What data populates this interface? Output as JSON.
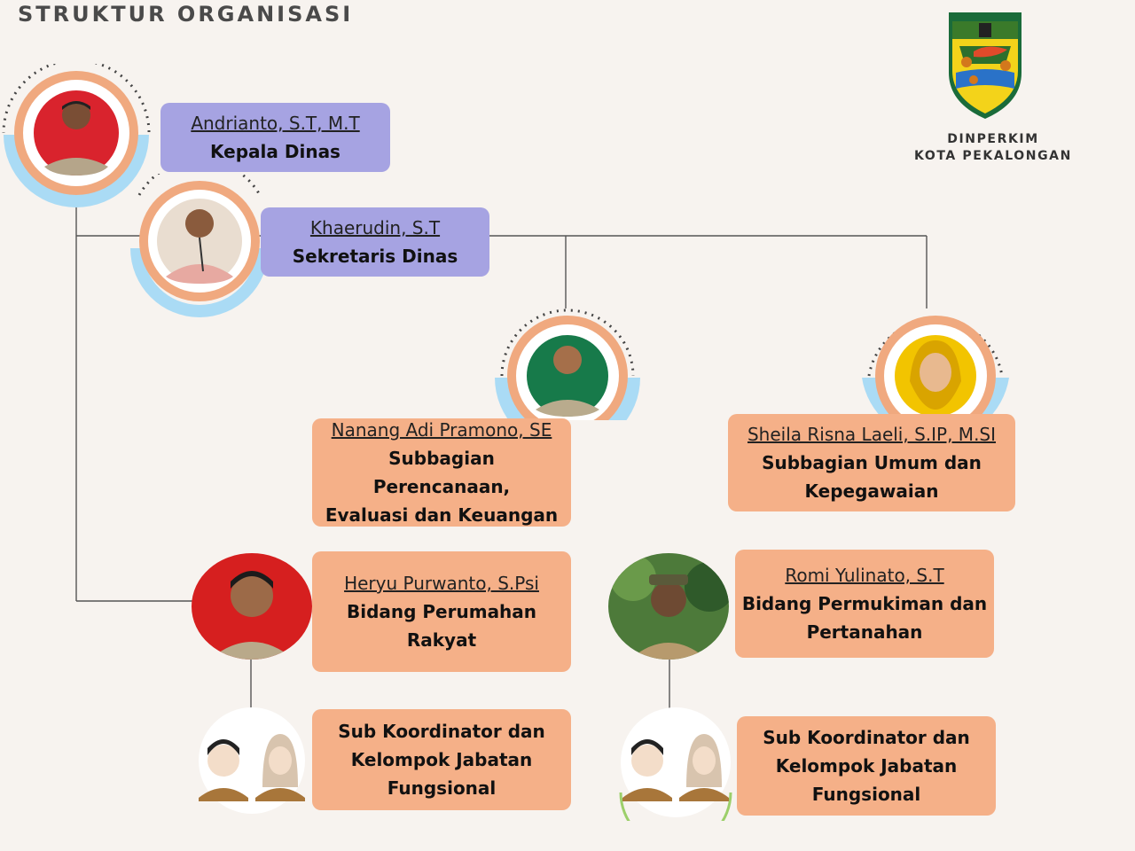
{
  "header": {
    "title": "STRUKTUR ORGANISASI"
  },
  "logo": {
    "line1": "DINPERKIM",
    "line2": "KOTA PEKALONGAN"
  },
  "people": {
    "kepala": {
      "name": "Andrianto, S.T, M.T",
      "role": "Kepala Dinas"
    },
    "sekretaris": {
      "name": "Khaerudin, S.T",
      "role": "Sekretaris Dinas"
    },
    "perencanaan": {
      "name": "Nanang Adi Pramono, SE",
      "role_line1": "Subbagian Perencanaan,",
      "role_line2": "Evaluasi dan Keuangan"
    },
    "umum": {
      "name": "Sheila Risna Laeli, S.IP, M.SI",
      "role_line1": "Subbagian Umum dan",
      "role_line2": "Kepegawaian"
    },
    "perumahan": {
      "name": "Heryu Purwanto, S.Psi",
      "role_line1": "Bidang Perumahan",
      "role_line2": "Rakyat"
    },
    "permukiman": {
      "name": "Romi Yulinato, S.T",
      "role_line1": "Bidang Permukiman dan",
      "role_line2": "Pertanahan"
    }
  },
  "subkoor": {
    "left": {
      "line1": "Sub Koordinator dan",
      "line2": "Kelompok Jabatan",
      "line3": "Fungsional"
    },
    "right": {
      "line1": "Sub Koordinator dan",
      "line2": "Kelompok Jabatan",
      "line3": "Fungsional"
    }
  },
  "colors": {
    "purple_box": "#a6a3e2",
    "orange_box": "#f5b088",
    "ring_orange": "#f0a97f",
    "ring_blue": "#aadbf5"
  }
}
